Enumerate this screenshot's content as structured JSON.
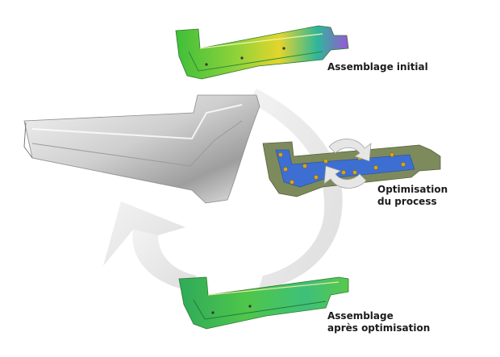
{
  "labels": {
    "initial": "Assemblage initial",
    "process_line1": "Optimisation",
    "process_line2": "du process",
    "final_line1": "Assemblage",
    "final_line2": "après optimisation"
  },
  "parts": {
    "initial": "rocker-panel-initial-simulation",
    "process": "rocker-panel-process-optimization",
    "final": "rocker-panel-optimized-simulation",
    "reference": "rocker-panel-reference-metal"
  },
  "colors": {
    "arrow": "#e9e9e9",
    "metal": "#c9c9c9",
    "sim_green": "#49c23a",
    "sim_yellow": "#e4d72c",
    "sim_teal": "#2fb69a",
    "sim_purple": "#9a55d8",
    "process_blue": "#3d6fd3",
    "process_frame": "#7d8a5c",
    "clamp": "#d9a419"
  }
}
